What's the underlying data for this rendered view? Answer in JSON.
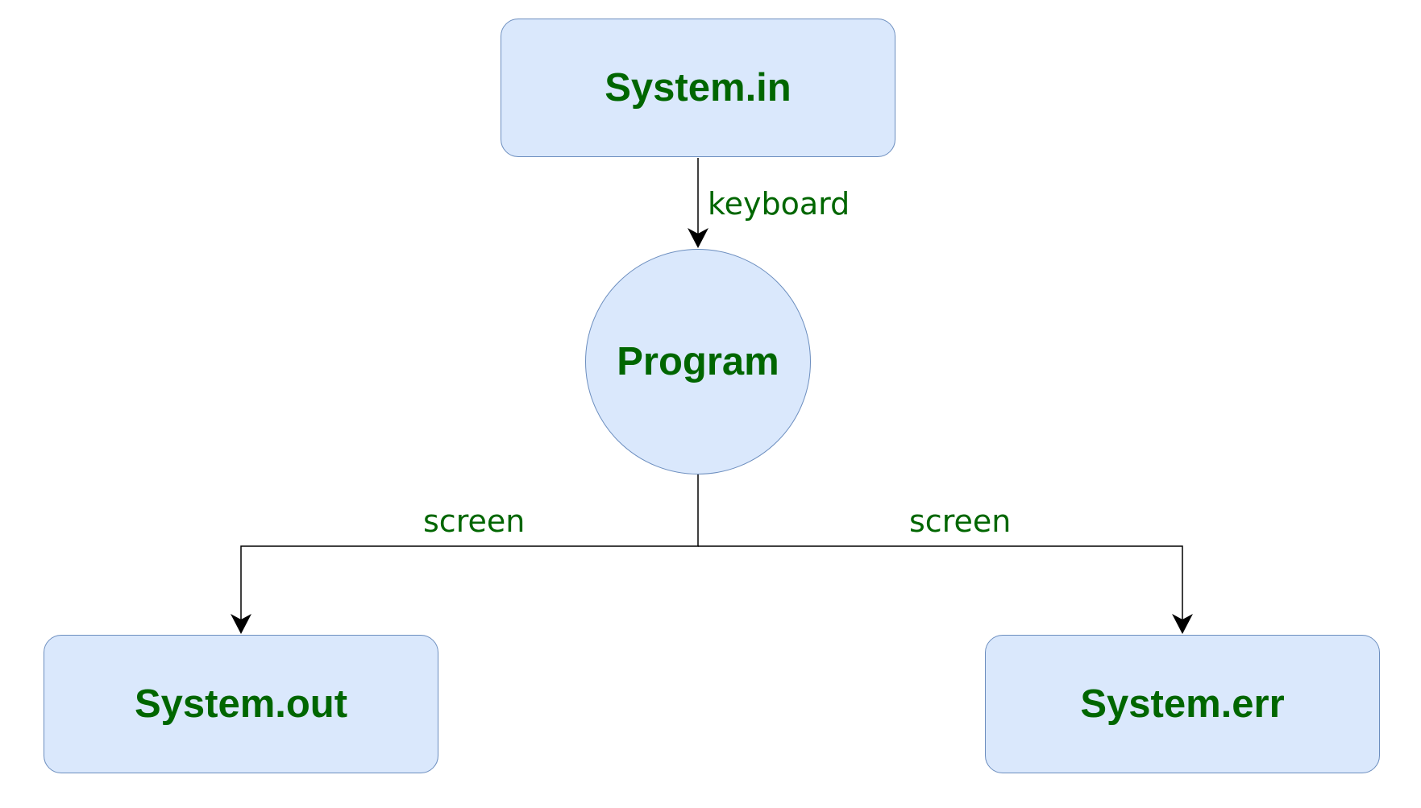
{
  "nodes": {
    "input": {
      "label": "System.in"
    },
    "program": {
      "label": "Program"
    },
    "output": {
      "label": "System.out"
    },
    "error": {
      "label": "System.err"
    }
  },
  "edges": {
    "input_to_program": {
      "label": "keyboard"
    },
    "program_to_output": {
      "label": "screen"
    },
    "program_to_error": {
      "label": "screen"
    }
  },
  "colors": {
    "node_fill": "#dae8fc",
    "node_border": "#6c8ebf",
    "text": "#006600",
    "edge": "#000000"
  }
}
